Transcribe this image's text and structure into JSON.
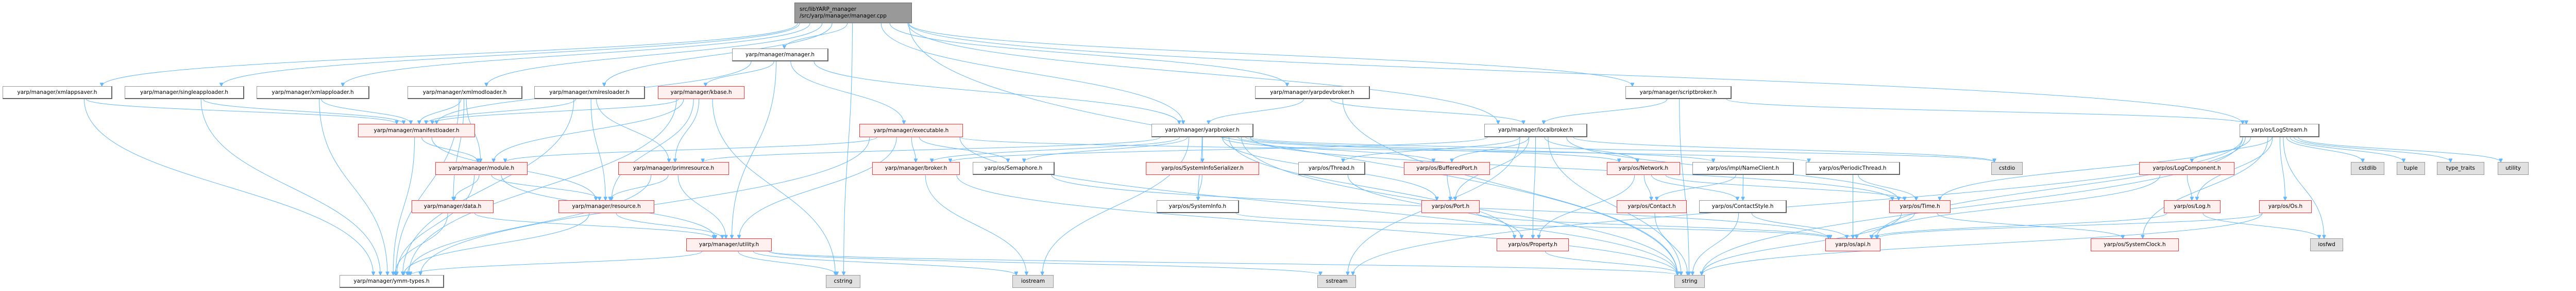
{
  "diagram": {
    "type": "include-dependency-graph",
    "colors": {
      "edge": "#63b8ff",
      "root_fill": "#999999",
      "truncated_border": "#ff0000",
      "truncated_fill": "#fff0f0",
      "system_fill": "#e0e0e0",
      "normal_border": "#666666"
    },
    "root": {
      "id": "root",
      "label": "src/libYARP_manager\n/src/yarp/manager/manager.cpp"
    },
    "nodes": [
      {
        "id": "manager_h",
        "label": "yarp/manager/manager.h",
        "kind": "normal"
      },
      {
        "id": "xmlappsaver",
        "label": "yarp/manager/xmlappsaver.h",
        "kind": "normal"
      },
      {
        "id": "singleapploader",
        "label": "yarp/manager/singleapploader.h",
        "kind": "normal"
      },
      {
        "id": "xmlapploader",
        "label": "yarp/manager/xmlapploader.h",
        "kind": "normal"
      },
      {
        "id": "xmlmodloader",
        "label": "yarp/manager/xmlmodloader.h",
        "kind": "normal"
      },
      {
        "id": "xmlresloader",
        "label": "yarp/manager/xmlresloader.h",
        "kind": "normal"
      },
      {
        "id": "kbase",
        "label": "yarp/manager/kbase.h",
        "kind": "truncated"
      },
      {
        "id": "yarpdevbroker",
        "label": "yarp/manager/yarpdevbroker.h",
        "kind": "normal"
      },
      {
        "id": "scriptbroker",
        "label": "yarp/manager/scriptbroker.h",
        "kind": "normal"
      },
      {
        "id": "manifestloader",
        "label": "yarp/manager/manifestloader.h",
        "kind": "truncated"
      },
      {
        "id": "executable",
        "label": "yarp/manager/executable.h",
        "kind": "truncated"
      },
      {
        "id": "yarpbroker",
        "label": "yarp/manager/yarpbroker.h",
        "kind": "normal"
      },
      {
        "id": "localbroker",
        "label": "yarp/manager/localbroker.h",
        "kind": "normal"
      },
      {
        "id": "logstream",
        "label": "yarp/os/LogStream.h",
        "kind": "normal"
      },
      {
        "id": "module",
        "label": "yarp/manager/module.h",
        "kind": "truncated"
      },
      {
        "id": "primresource",
        "label": "yarp/manager/primresource.h",
        "kind": "truncated"
      },
      {
        "id": "broker",
        "label": "yarp/manager/broker.h",
        "kind": "truncated"
      },
      {
        "id": "semaphore",
        "label": "yarp/os/Semaphore.h",
        "kind": "normal"
      },
      {
        "id": "sysinfoser",
        "label": "yarp/os/SystemInfoSerializer.h",
        "kind": "truncated"
      },
      {
        "id": "thread",
        "label": "yarp/os/Thread.h",
        "kind": "normal"
      },
      {
        "id": "bufferedport",
        "label": "yarp/os/BufferedPort.h",
        "kind": "truncated"
      },
      {
        "id": "network",
        "label": "yarp/os/Network.h",
        "kind": "truncated"
      },
      {
        "id": "nameclient",
        "label": "yarp/os/impl/NameClient.h",
        "kind": "normal"
      },
      {
        "id": "periodicthread",
        "label": "yarp/os/PeriodicThread.h",
        "kind": "normal"
      },
      {
        "id": "cstdio",
        "label": "cstdio",
        "kind": "system"
      },
      {
        "id": "logcomponent",
        "label": "yarp/os/LogComponent.h",
        "kind": "truncated"
      },
      {
        "id": "cstdlib",
        "label": "cstdlib",
        "kind": "system"
      },
      {
        "id": "tuple",
        "label": "tuple",
        "kind": "system"
      },
      {
        "id": "type_traits",
        "label": "type_traits",
        "kind": "system"
      },
      {
        "id": "utility_std",
        "label": "utility",
        "kind": "system"
      },
      {
        "id": "data",
        "label": "yarp/manager/data.h",
        "kind": "truncated"
      },
      {
        "id": "resource",
        "label": "yarp/manager/resource.h",
        "kind": "truncated"
      },
      {
        "id": "systeminfo",
        "label": "yarp/os/SystemInfo.h",
        "kind": "normal"
      },
      {
        "id": "port",
        "label": "yarp/os/Port.h",
        "kind": "truncated"
      },
      {
        "id": "contact",
        "label": "yarp/os/Contact.h",
        "kind": "truncated"
      },
      {
        "id": "contactstyle",
        "label": "yarp/os/ContactStyle.h",
        "kind": "normal"
      },
      {
        "id": "time",
        "label": "yarp/os/Time.h",
        "kind": "truncated"
      },
      {
        "id": "log",
        "label": "yarp/os/Log.h",
        "kind": "truncated"
      },
      {
        "id": "os",
        "label": "yarp/os/Os.h",
        "kind": "truncated"
      },
      {
        "id": "utility_h",
        "label": "yarp/manager/utility.h",
        "kind": "truncated"
      },
      {
        "id": "property",
        "label": "yarp/os/Property.h",
        "kind": "truncated"
      },
      {
        "id": "api",
        "label": "yarp/os/api.h",
        "kind": "truncated"
      },
      {
        "id": "systemclock",
        "label": "yarp/os/SystemClock.h",
        "kind": "truncated"
      },
      {
        "id": "iosfwd",
        "label": "iosfwd",
        "kind": "system"
      },
      {
        "id": "ymmtypes",
        "label": "yarp/manager/ymm-types.h",
        "kind": "normal"
      },
      {
        "id": "cstring",
        "label": "cstring",
        "kind": "system"
      },
      {
        "id": "iostream",
        "label": "iostream",
        "kind": "system"
      },
      {
        "id": "sstream",
        "label": "sstream",
        "kind": "system"
      },
      {
        "id": "string",
        "label": "string",
        "kind": "system"
      }
    ],
    "edges": [
      [
        "root",
        "manager_h"
      ],
      [
        "root",
        "xmlappsaver"
      ],
      [
        "root",
        "singleapploader"
      ],
      [
        "root",
        "xmlapploader"
      ],
      [
        "root",
        "xmlmodloader"
      ],
      [
        "root",
        "xmlresloader"
      ],
      [
        "root",
        "yarpbroker"
      ],
      [
        "root",
        "yarpdevbroker"
      ],
      [
        "root",
        "localbroker"
      ],
      [
        "root",
        "scriptbroker"
      ],
      [
        "root",
        "logstream"
      ],
      [
        "root",
        "cstring"
      ],
      [
        "root",
        "string"
      ],
      [
        "manager_h",
        "kbase"
      ],
      [
        "manager_h",
        "executable"
      ],
      [
        "manager_h",
        "utility_h"
      ],
      [
        "manager_h",
        "yarpbroker"
      ],
      [
        "manager_h",
        "manifestloader"
      ],
      [
        "xmlappsaver",
        "manifestloader"
      ],
      [
        "xmlappsaver",
        "ymmtypes"
      ],
      [
        "singleapploader",
        "manifestloader"
      ],
      [
        "singleapploader",
        "ymmtypes"
      ],
      [
        "xmlapploader",
        "manifestloader"
      ],
      [
        "xmlapploader",
        "ymmtypes"
      ],
      [
        "xmlmodloader",
        "manifestloader"
      ],
      [
        "xmlmodloader",
        "module"
      ],
      [
        "xmlmodloader",
        "ymmtypes"
      ],
      [
        "xmlmodloader",
        "data"
      ],
      [
        "xmlresloader",
        "manifestloader"
      ],
      [
        "xmlresloader",
        "resource"
      ],
      [
        "xmlresloader",
        "primresource"
      ],
      [
        "xmlresloader",
        "ymmtypes"
      ],
      [
        "kbase",
        "manifestloader"
      ],
      [
        "kbase",
        "primresource"
      ],
      [
        "kbase",
        "resource"
      ],
      [
        "kbase",
        "module"
      ],
      [
        "kbase",
        "cstring"
      ],
      [
        "kbase",
        "ymmtypes"
      ],
      [
        "yarpdevbroker",
        "yarpbroker"
      ],
      [
        "yarpdevbroker",
        "localbroker"
      ],
      [
        "yarpdevbroker",
        "string"
      ],
      [
        "scriptbroker",
        "localbroker"
      ],
      [
        "scriptbroker",
        "string"
      ],
      [
        "scriptbroker",
        "logstream"
      ],
      [
        "manifestloader",
        "module"
      ],
      [
        "manifestloader",
        "resource"
      ],
      [
        "manifestloader",
        "ymmtypes"
      ],
      [
        "executable",
        "broker"
      ],
      [
        "executable",
        "module"
      ],
      [
        "executable",
        "semaphore"
      ],
      [
        "executable",
        "ymmtypes"
      ],
      [
        "executable",
        "utility_h"
      ],
      [
        "executable",
        "periodicthread"
      ],
      [
        "executable",
        "string"
      ],
      [
        "yarpbroker",
        "broker"
      ],
      [
        "yarpbroker",
        "semaphore"
      ],
      [
        "yarpbroker",
        "sysinfoser"
      ],
      [
        "yarpbroker",
        "systeminfo"
      ],
      [
        "yarpbroker",
        "network"
      ],
      [
        "yarpbroker",
        "bufferedport"
      ],
      [
        "yarpbroker",
        "port"
      ],
      [
        "yarpbroker",
        "property"
      ],
      [
        "yarpbroker",
        "nameclient"
      ],
      [
        "yarpbroker",
        "iostream"
      ],
      [
        "yarpbroker",
        "string"
      ],
      [
        "yarpbroker",
        "time"
      ],
      [
        "yarpbroker",
        "primresource"
      ],
      [
        "yarpbroker",
        "cstdio"
      ],
      [
        "localbroker",
        "broker"
      ],
      [
        "localbroker",
        "thread"
      ],
      [
        "localbroker",
        "bufferedport"
      ],
      [
        "localbroker",
        "port"
      ],
      [
        "localbroker",
        "property"
      ],
      [
        "localbroker",
        "time"
      ],
      [
        "localbroker",
        "sstream"
      ],
      [
        "localbroker",
        "string"
      ],
      [
        "localbroker",
        "network"
      ],
      [
        "localbroker",
        "cstdio"
      ],
      [
        "logstream",
        "logcomponent"
      ],
      [
        "logstream",
        "log"
      ],
      [
        "logstream",
        "os"
      ],
      [
        "logstream",
        "cstdlib"
      ],
      [
        "logstream",
        "tuple"
      ],
      [
        "logstream",
        "type_traits"
      ],
      [
        "logstream",
        "utility_std"
      ],
      [
        "logstream",
        "iosfwd"
      ],
      [
        "logstream",
        "api"
      ],
      [
        "logstream",
        "time"
      ],
      [
        "logstream",
        "systemclock"
      ],
      [
        "logstream",
        "string"
      ],
      [
        "logstream",
        "sstream"
      ],
      [
        "module",
        "data"
      ],
      [
        "module",
        "resource"
      ],
      [
        "module",
        "ymmtypes"
      ],
      [
        "module",
        "utility_h"
      ],
      [
        "primresource",
        "resource"
      ],
      [
        "primresource",
        "utility_h"
      ],
      [
        "primresource",
        "ymmtypes"
      ],
      [
        "broker",
        "iostream"
      ],
      [
        "broker",
        "string"
      ],
      [
        "semaphore",
        "api"
      ],
      [
        "sysinfoser",
        "systeminfo"
      ],
      [
        "thread",
        "property"
      ],
      [
        "bufferedport",
        "port"
      ],
      [
        "network",
        "contact"
      ],
      [
        "network",
        "contactstyle"
      ],
      [
        "network",
        "time"
      ],
      [
        "network",
        "property"
      ],
      [
        "nameclient",
        "contact"
      ],
      [
        "nameclient",
        "contactstyle"
      ],
      [
        "periodicthread",
        "api"
      ],
      [
        "periodicthread",
        "time"
      ],
      [
        "logcomponent",
        "log"
      ],
      [
        "logcomponent",
        "api"
      ],
      [
        "data",
        "utility_h"
      ],
      [
        "data",
        "ymmtypes"
      ],
      [
        "resource",
        "utility_h"
      ],
      [
        "resource",
        "ymmtypes"
      ],
      [
        "systeminfo",
        "api"
      ],
      [
        "port",
        "api"
      ],
      [
        "contact",
        "string"
      ],
      [
        "contactstyle",
        "api"
      ],
      [
        "contactstyle",
        "string"
      ],
      [
        "time",
        "systemclock"
      ],
      [
        "time",
        "api"
      ],
      [
        "time",
        "string"
      ],
      [
        "log",
        "api"
      ],
      [
        "log",
        "iosfwd"
      ],
      [
        "os",
        "api"
      ],
      [
        "os",
        "string"
      ],
      [
        "utility_h",
        "ymmtypes"
      ],
      [
        "utility_h",
        "cstring"
      ],
      [
        "utility_h",
        "iostream"
      ],
      [
        "utility_h",
        "string"
      ],
      [
        "utility_h",
        "sstream"
      ],
      [
        "property",
        "string"
      ]
    ]
  }
}
